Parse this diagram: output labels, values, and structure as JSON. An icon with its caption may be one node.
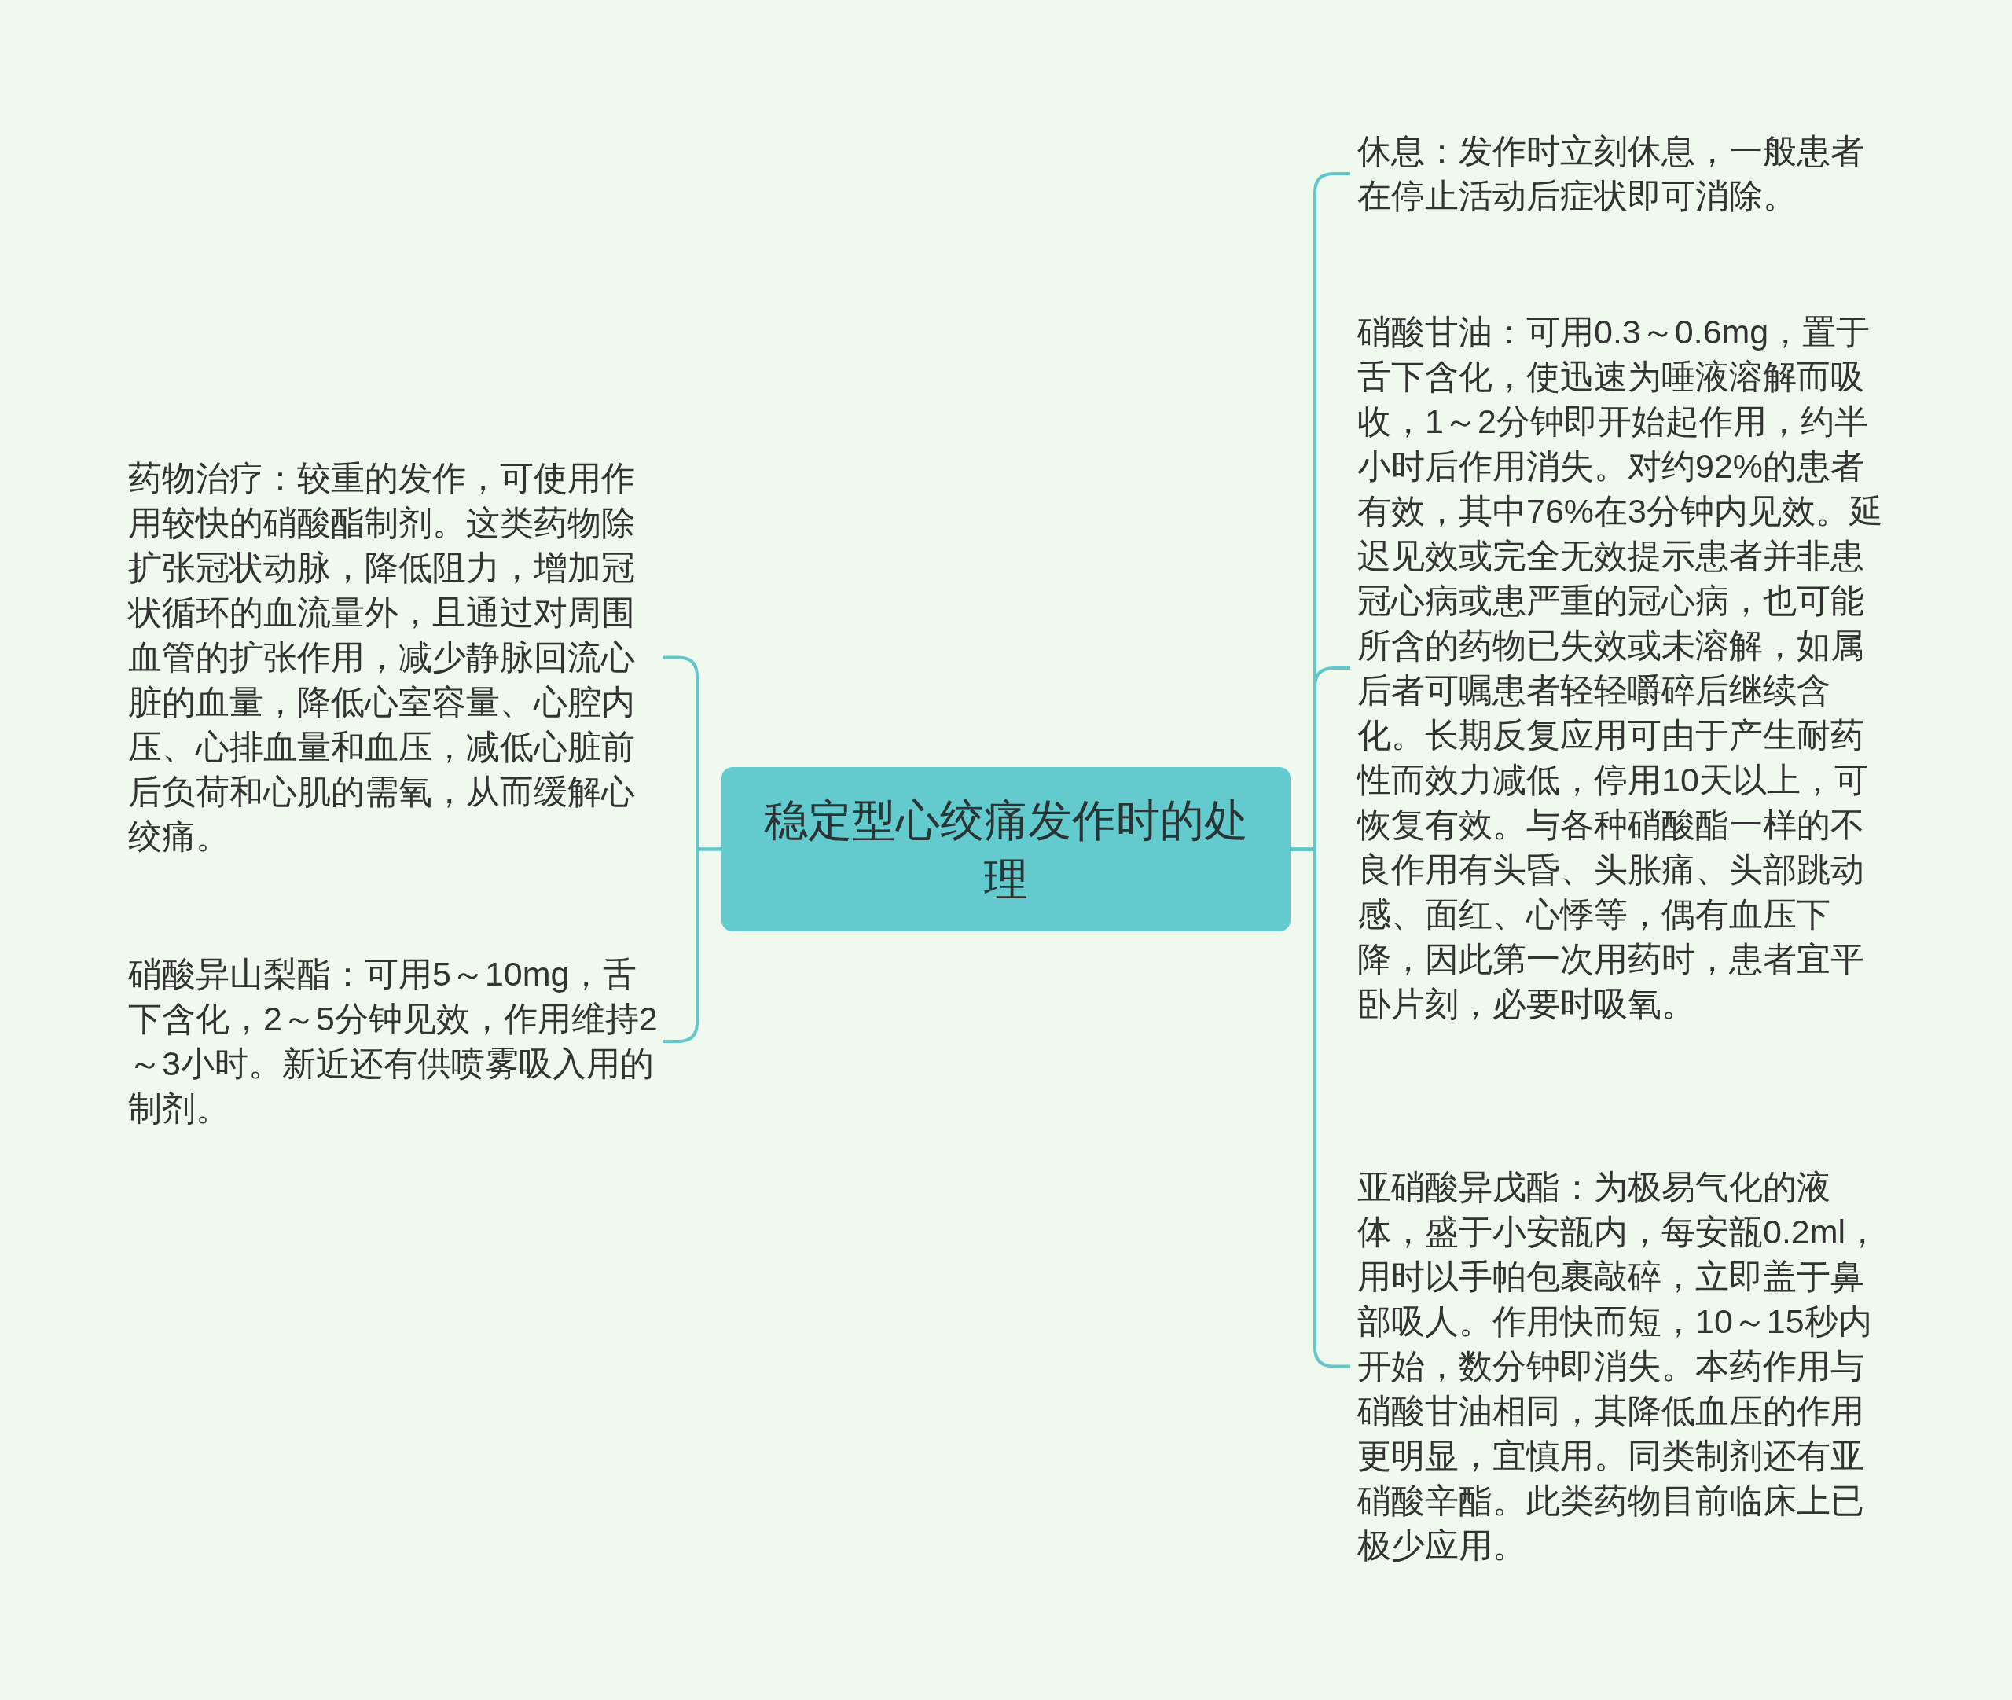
{
  "diagram": {
    "nodes": [
      {
        "text": [
          "稳定型心绞痛发作时的处理"
        ]
      },
      {
        "text": [
          "药物治疗：较重的发作，可使用作用较快的硝酸酯制剂。这类药物除扩张冠状动脉，降低阻力，增加冠状循环的血流量外，且通过对周围血管的扩张作用，减少静脉回流心脏的血量，降低心室容量、心腔内压、心排血量和血压，减低心脏前后负荷和心肌的需氧，从而缓解心绞痛。"
        ]
      },
      {
        "text": [
          "硝酸异山梨酯：可用5～10mg，舌下含化，2～5分钟见效，作用维持2～3小时。新近还有供喷雾吸入用的制剂。"
        ]
      },
      {
        "text": [
          "休息：发作时立刻休息，一般患者在停止活动后症状即可消除。"
        ]
      },
      {
        "text": [
          "硝酸甘油：可用0.3～0.6mg，置于舌下含化，使迅速为唾液溶解而吸收，1～2分钟即开始起作用，约半小时后作用消失。对约92%的患者有效，其中76%在3分钟内见效。延迟见效或完全无效提示患者并非患冠心病或患严重的冠心病，也可能所含的药物已失效或未溶解，如属后者可嘱患者轻轻嚼碎后继续含化。长期反复应用可由于产生耐药性而效力减低，停用10天以上，可恢复有效。与各种硝酸酯一样的不良作用有头昏、头胀痛、头部跳动感、面红、心悸等，偶有血压下降，因此第一次用药时，患者宜平卧片刻，必要时吸氧。"
        ]
      },
      {
        "text": [
          "亚硝酸异戊酯：为极易气化的液体，盛于小安瓿内，每安瓿0.2ml，用时以手帕包裹敲碎，立即盖于鼻部吸人。作用快而短，10～15秒内开始，数分钟即消失。本药作用与硝酸甘油相同，其降低血压的作用更明显，宜慎用。同类制剂还有亚硝酸辛酯。此类药物目前临床上已极少应用。"
        ]
      }
    ],
    "edges": [
      {
        "from": 0,
        "to": 1,
        "arrow": "none"
      },
      {
        "from": 0,
        "to": 2,
        "arrow": "none"
      },
      {
        "from": 0,
        "to": 3,
        "arrow": "none"
      },
      {
        "from": 0,
        "to": 4,
        "arrow": "none"
      },
      {
        "from": 0,
        "to": 5,
        "arrow": "none"
      }
    ]
  }
}
